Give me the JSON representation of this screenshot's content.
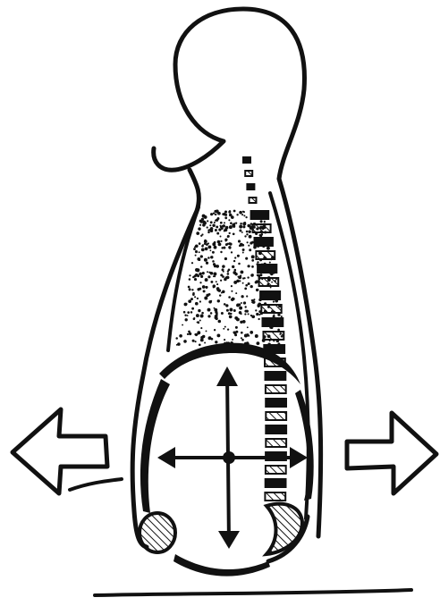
{
  "figure": {
    "ink_color": "#111111",
    "background_color": "#ffffff",
    "hatch_color": "#111111",
    "parts": [
      "head-outline",
      "torso-outline",
      "thoracic-cavity",
      "diaphragm",
      "spine",
      "abdominal-cavity",
      "four-way-arrows",
      "left-outward-arrow",
      "right-outward-arrow",
      "ground-line"
    ]
  }
}
